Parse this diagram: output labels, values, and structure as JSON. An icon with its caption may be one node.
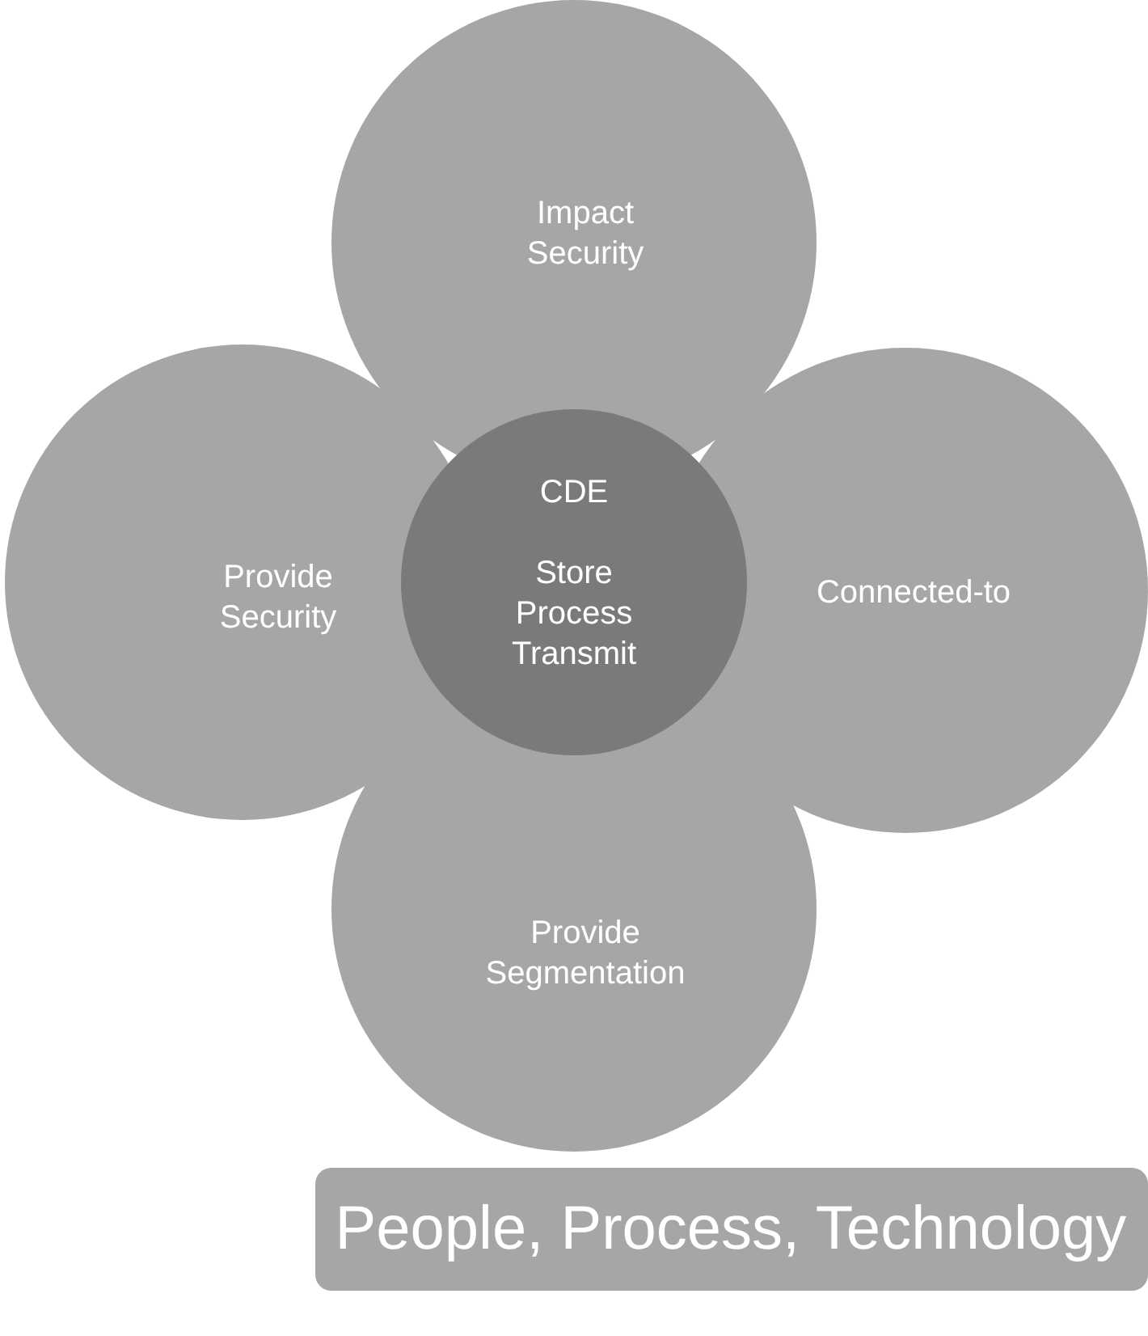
{
  "diagram": {
    "nodes": [
      {
        "text": [
          "Impact Security"
        ]
      },
      {
        "text": [
          "Provide Security"
        ]
      },
      {
        "text": [
          "CDE",
          "Store Process Transmit"
        ]
      },
      {
        "text": [
          "Connected-to"
        ]
      },
      {
        "text": [
          "Provide Segmentation"
        ]
      },
      {
        "text": [
          "People, Process, Technology"
        ]
      }
    ]
  }
}
